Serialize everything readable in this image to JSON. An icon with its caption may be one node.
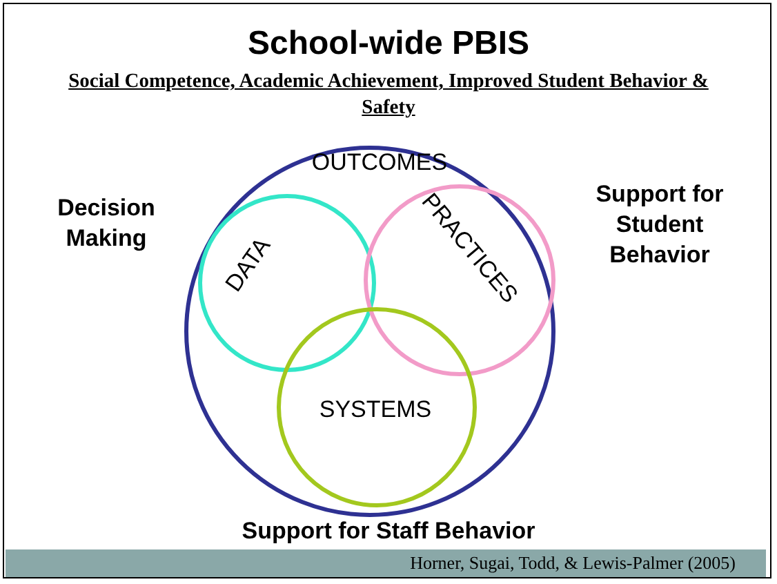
{
  "diagram": {
    "title": "School-wide PBIS",
    "nodes": [
      {
        "text": [
          "OUTCOMES"
        ]
      },
      {
        "text": [
          "DATA"
        ],
        "in": 0
      },
      {
        "text": [
          "PRACTICES"
        ],
        "in": 0
      },
      {
        "text": [
          "SYSTEMS"
        ],
        "in": 0
      }
    ],
    "edges": [],
    "labels": [
      "Social Competence, Academic Achievement, Improved Student Behavior & Safety",
      "Decision Making",
      "Support for Student Behavior",
      "Support for Staff Behavior",
      "Horner, Sugai, Todd, & Lewis-Palmer (2005)"
    ]
  }
}
